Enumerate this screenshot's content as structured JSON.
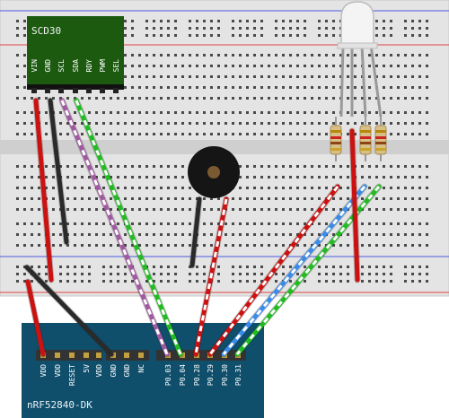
{
  "sensor": {
    "name": "SCD30",
    "pins": [
      "VIN",
      "GND",
      "SCL",
      "SDA",
      "RDY",
      "PWM",
      "SEL"
    ]
  },
  "board": {
    "name": "nRF52840-DK",
    "pins": [
      "VDD",
      "VDD",
      "RESET",
      "5V",
      "VDD",
      "GND",
      "GND",
      "NC",
      "P0.03",
      "P0.04",
      "P0.28",
      "P0.29",
      "P0.30",
      "P0.31"
    ]
  },
  "components": {
    "buzzer": "piezo-buzzer",
    "rgb_led": "rgb-led",
    "resistors": 3
  },
  "wire_colors": {
    "red": "#cc1111",
    "black": "#2a2a2a",
    "purple_stripe": "#a05aa0",
    "green_stripe": "#22bb22",
    "blue_stripe": "#3b8be8",
    "white": "#ffffff"
  },
  "colors": {
    "breadboard": "#e4e4e4",
    "board_body": "#0f4f6c",
    "sensor_body": "#1c5a10",
    "rail_red": "#dd4444",
    "rail_blue": "#4a5ae0"
  }
}
